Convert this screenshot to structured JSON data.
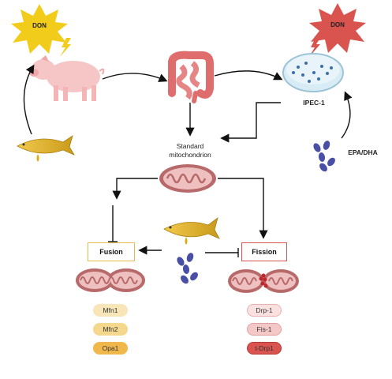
{
  "toxin_left": "DON",
  "toxin_right": "DON",
  "cell_line": "IPEC-1",
  "nutrients": "EPA/DHA",
  "center_label_line1": "Standard",
  "center_label_line2": "mitochondrion",
  "fusion_label": "Fusion",
  "fission_label": "Fission",
  "fusion_proteins": [
    "Mfn1",
    "Mfn2",
    "Opa1"
  ],
  "fission_proteins": [
    "Drp-1",
    "Fis-1",
    "t-Drp1"
  ],
  "colors": {
    "don_left": "#f2cc1a",
    "don_right": "#d9534f",
    "fusion_border": "#e8b84a",
    "fission_border": "#d9534f",
    "fusion_pills": [
      "#f9e6b8",
      "#f5d88e",
      "#f0b84a"
    ],
    "fission_pills": [
      "#fbe0e0",
      "#f5c8c8",
      "#d9534f"
    ]
  }
}
